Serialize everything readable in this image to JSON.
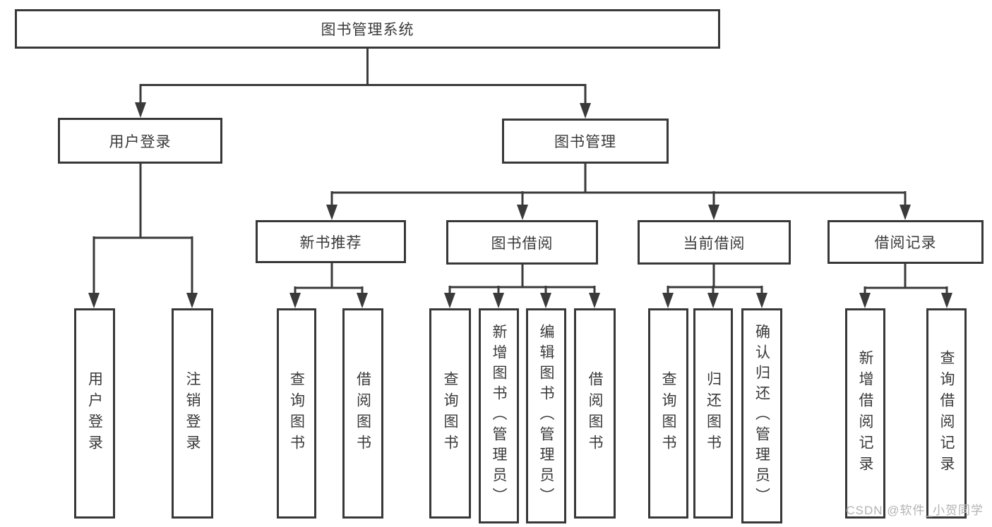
{
  "diagram": {
    "root": {
      "label": "图书管理系统"
    },
    "branches": [
      {
        "label": "用户登录",
        "children": [
          {
            "label": "用户登录"
          },
          {
            "label": "注销登录"
          }
        ]
      },
      {
        "label": "图书管理",
        "children": [
          {
            "label": "新书推荐",
            "children": [
              {
                "label": "查询图书"
              },
              {
                "label": "借阅图书"
              }
            ]
          },
          {
            "label": "图书借阅",
            "children": [
              {
                "label": "查询图书"
              },
              {
                "label": "新增图书（管理员）"
              },
              {
                "label": "编辑图书（管理员）"
              },
              {
                "label": "借阅图书"
              }
            ]
          },
          {
            "label": "当前借阅",
            "children": [
              {
                "label": "查询图书"
              },
              {
                "label": "归还图书"
              },
              {
                "label": "确认归还（管理员）"
              }
            ]
          },
          {
            "label": "借阅记录",
            "children": [
              {
                "label": "新增借阅记录"
              },
              {
                "label": "查询借阅记录"
              }
            ]
          }
        ]
      }
    ]
  },
  "watermark": {
    "text": "CSDN @软件_小贺同学"
  },
  "colors": {
    "line": "#3a3a3a",
    "box_border": "#383838",
    "text": "#3a3a3a",
    "watermark": "#b3b3b3",
    "background": "#ffffff"
  }
}
